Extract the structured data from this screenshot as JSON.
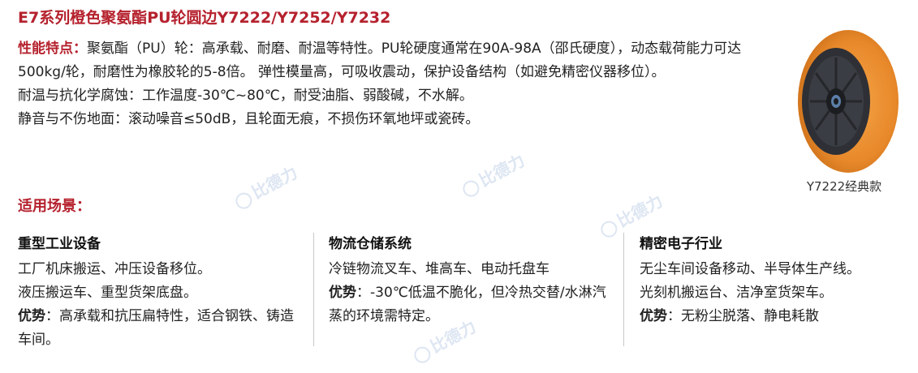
{
  "title": "E7系列橙色聚氨酯PU轮圆边Y7222/Y7252/Y7232",
  "intro": {
    "features_label": "性能特点：",
    "features_text": "聚氨酯（PU）轮：高承载、耐磨、耐温等特性。PU轮硬度通常在90A-98A（邵氏硬度），动态载荷能力可达500kg/轮，耐磨性为橡胶轮的5-8倍。 弹性模量高，可吸收震动，保护设备结构（如避免精密仪器移位）。",
    "line2": "耐温与抗化学腐蚀：工作温度-30℃~80℃，耐受油脂、弱酸碱，不水解。",
    "line3": "静音与不伤地面：滚动噪音≤50dB，且轮面无痕，不损伤环氧地坪或瓷砖。"
  },
  "product": {
    "caption": "Y7222经典款"
  },
  "scenarios": {
    "title": "适用场景：",
    "columns": [
      {
        "heading": "重型工业设备",
        "line1": "工厂机床搬运、冲压设备移位。",
        "line2": "液压搬运车、重型货架底盘。",
        "adv_label": "优势",
        "adv_text": "：高承载和抗压扁特性，适合钢铁、铸造车间。"
      },
      {
        "heading": "物流仓储系统",
        "line1": "冷链物流叉车、堆高车、电动托盘车",
        "adv_label": "优势",
        "adv_text": "：-30℃低温不脆化，但冷热交替/水淋汽蒸的环境需特定。"
      },
      {
        "heading": "精密电子行业",
        "line1": "无尘车间设备移动、半导体生产线。",
        "line2": "光刻机搬运台、洁净室货架车。",
        "adv_label": "优势",
        "adv_text": "：无粉尘脱落、静电耗散"
      }
    ]
  },
  "watermark": "比德力",
  "colors": {
    "accent": "#b5212d",
    "wheel_tread": "#e8892b",
    "wheel_core": "#2e3035"
  }
}
